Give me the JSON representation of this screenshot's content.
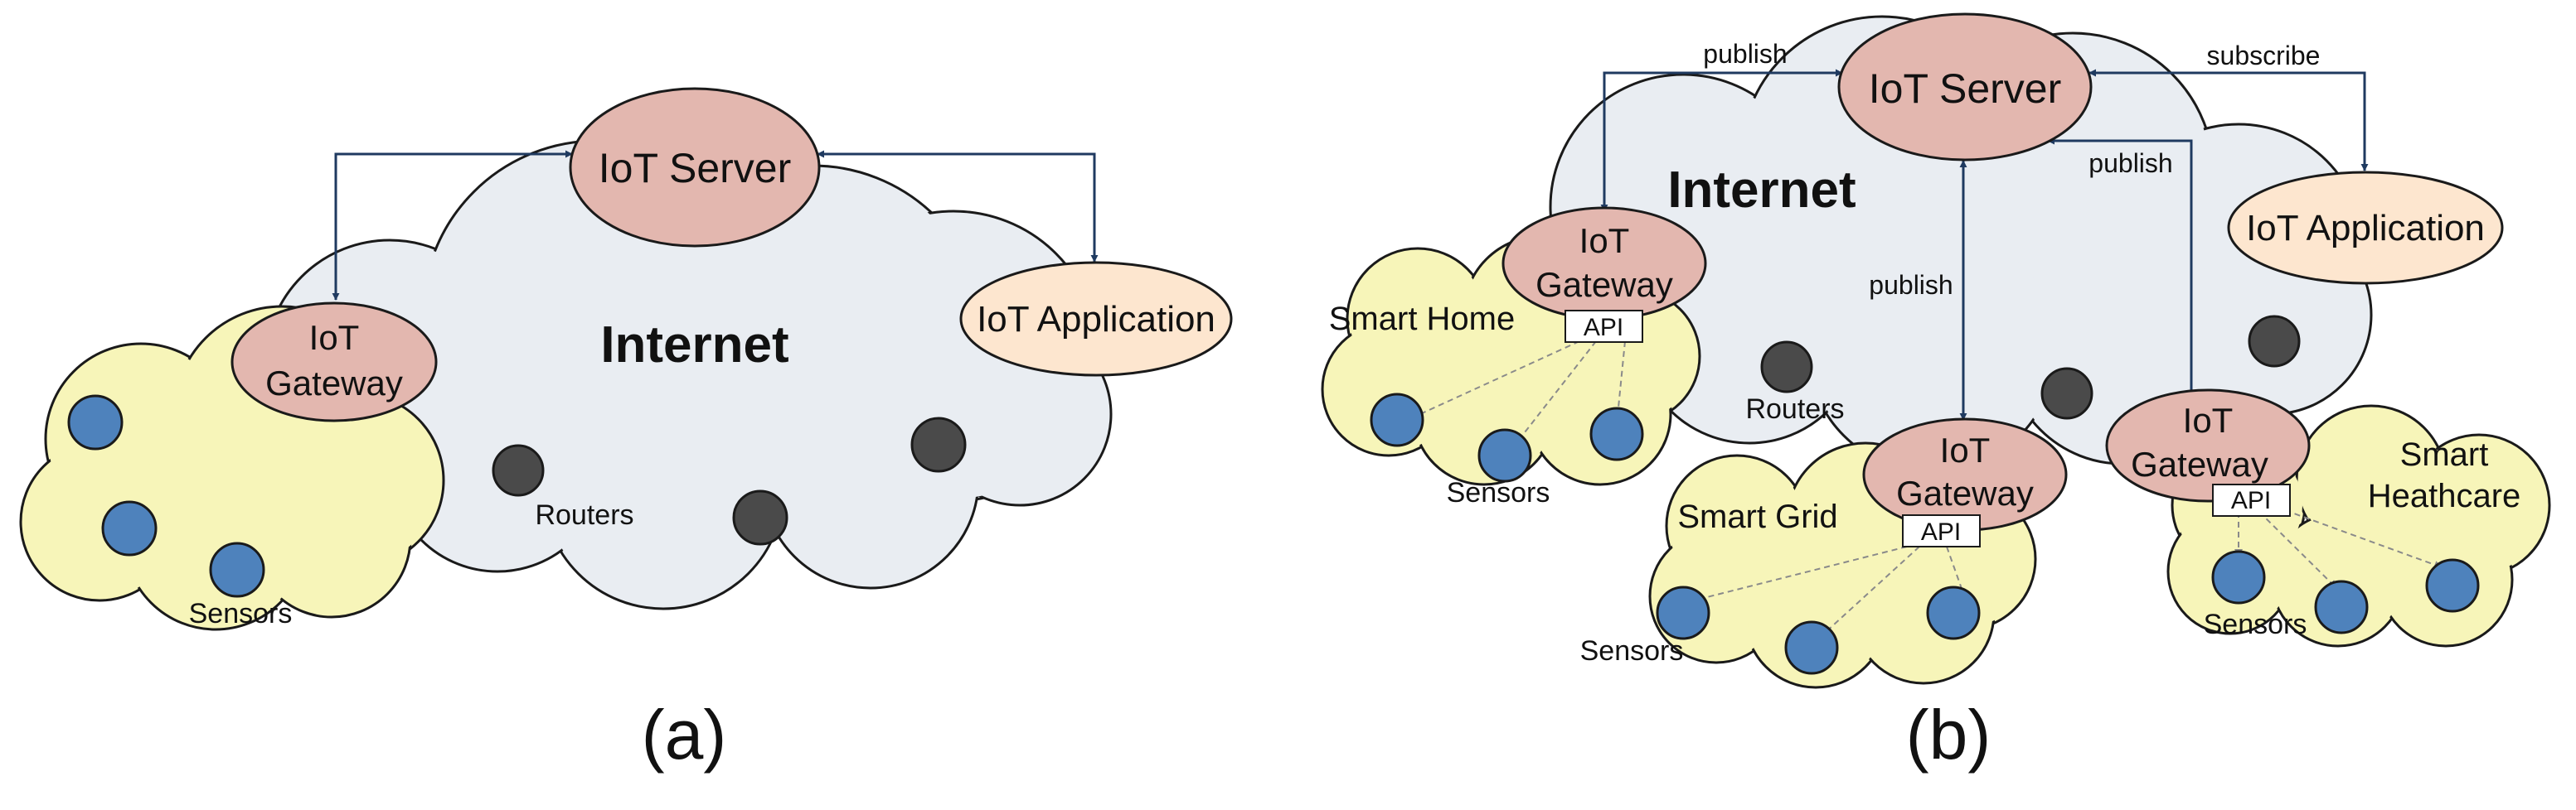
{
  "colors": {
    "internet_cloud": "#e9edf2",
    "local_cloud": "#f7f5b9",
    "node_pink": "#e3b7af",
    "app_peach": "#fde6cf",
    "arrow": "#1f3a60",
    "sensor": "#4e82bc",
    "router": "#4a4a4a"
  },
  "panel_a": {
    "caption": "(a)",
    "server": "IoT Server",
    "internet": "Internet",
    "gateway_line1": "IoT",
    "gateway_line2": "Gateway",
    "application": "IoT Application",
    "routers": "Routers",
    "sensors": "Sensors"
  },
  "panel_b": {
    "caption": "(b)",
    "server": "IoT Server",
    "internet": "Internet",
    "application": "IoT Application",
    "routers": "Routers",
    "edge_publish": "publish",
    "edge_subscribe": "subscribe",
    "gateway_line1": "IoT",
    "gateway_line2": "Gateway",
    "api": "API",
    "sensors": "Sensors",
    "smart_home": "Smart Home",
    "smart_grid": "Smart Grid",
    "smart_healthcare_line1": "Smart",
    "smart_healthcare_line2": "Heathcare"
  }
}
